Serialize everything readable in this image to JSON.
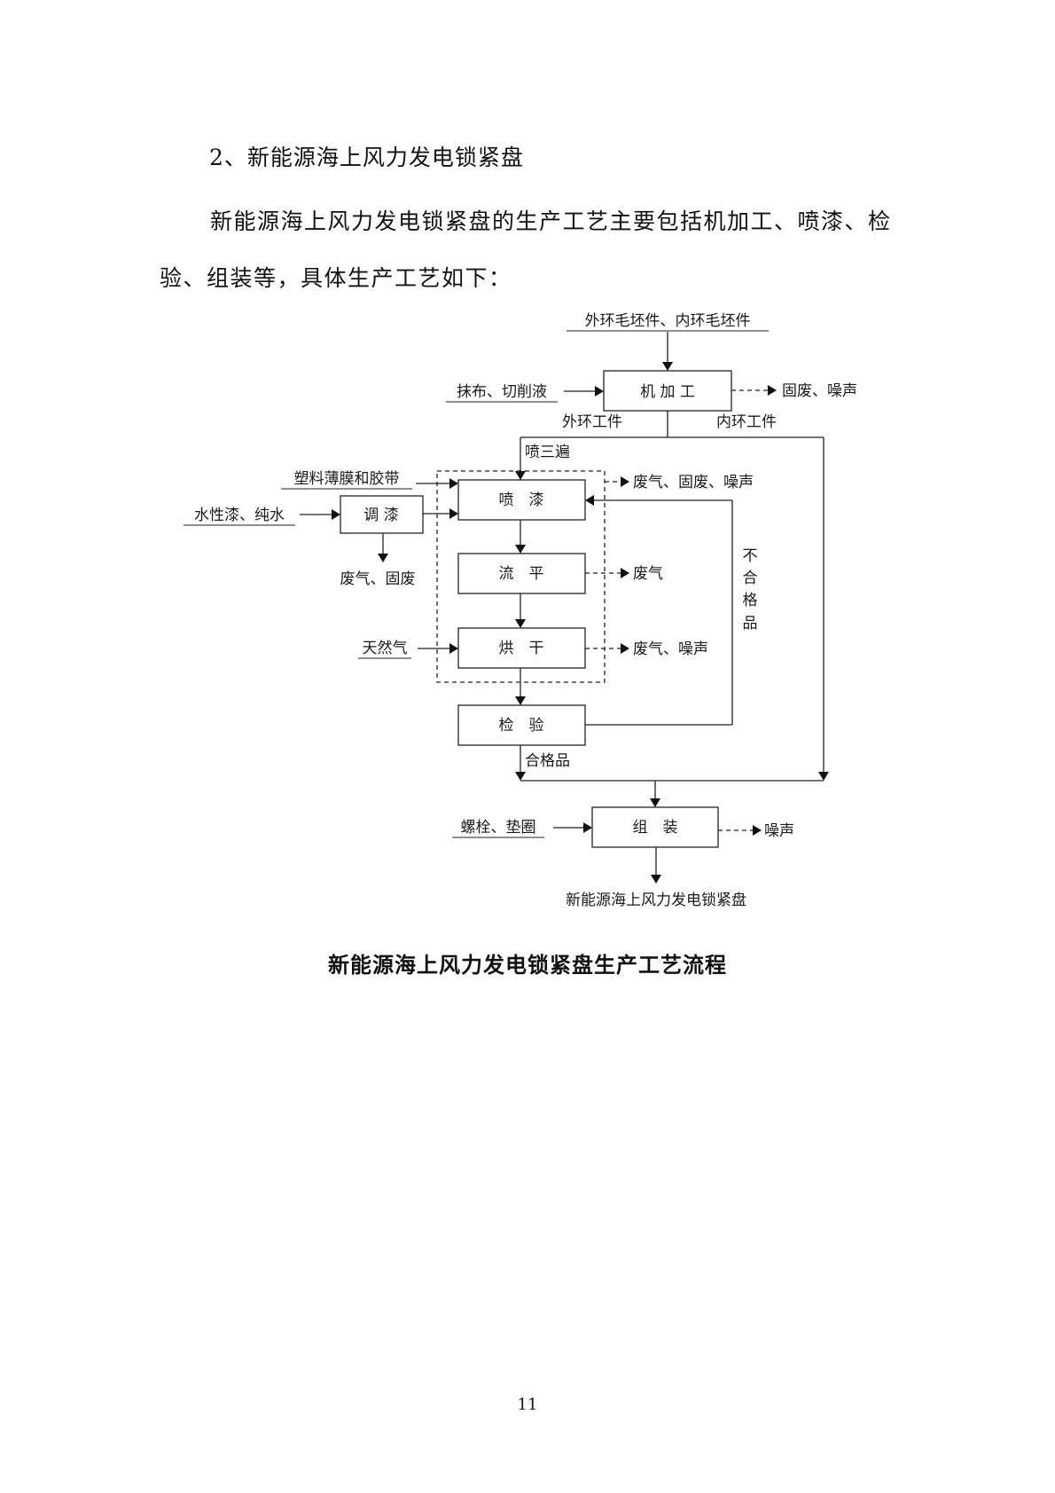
{
  "heading": "2、新能源海上风力发电锁紧盘",
  "paragraph": "新能源海上风力发电锁紧盘的生产工艺主要包括机加工、喷漆、检验、组装等，具体生产工艺如下：",
  "diagram": {
    "raw_material": "外环毛坯件、内环毛坯件",
    "machining": "机 加 工",
    "machining_input": "抹布、切削液",
    "machining_output": "固废、噪声",
    "outer_ring": "外环工件",
    "inner_ring": "内环工件",
    "spray_thrice": "喷三遍",
    "spray_input": "塑料薄膜和胶带",
    "spray": "喷　漆",
    "spray_output": "废气、固废、噪声",
    "mix_input": "水性漆、纯水",
    "mix": "调 漆",
    "mix_output": "废气、固废",
    "level": "流　平",
    "level_output": "废气",
    "dry_input": "天然气",
    "dry": "烘　干",
    "dry_output": "废气、噪声",
    "inspect": "检　验",
    "reject": [
      "不",
      "合",
      "格",
      "品"
    ],
    "qualified": "合格品",
    "assembly_input": "螺栓、垫圈",
    "assembly": "组　装",
    "assembly_output": "噪声",
    "product": "新能源海上风力发电锁紧盘"
  },
  "caption": "新能源海上风力发电锁紧盘生产工艺流程",
  "page_number": "11"
}
